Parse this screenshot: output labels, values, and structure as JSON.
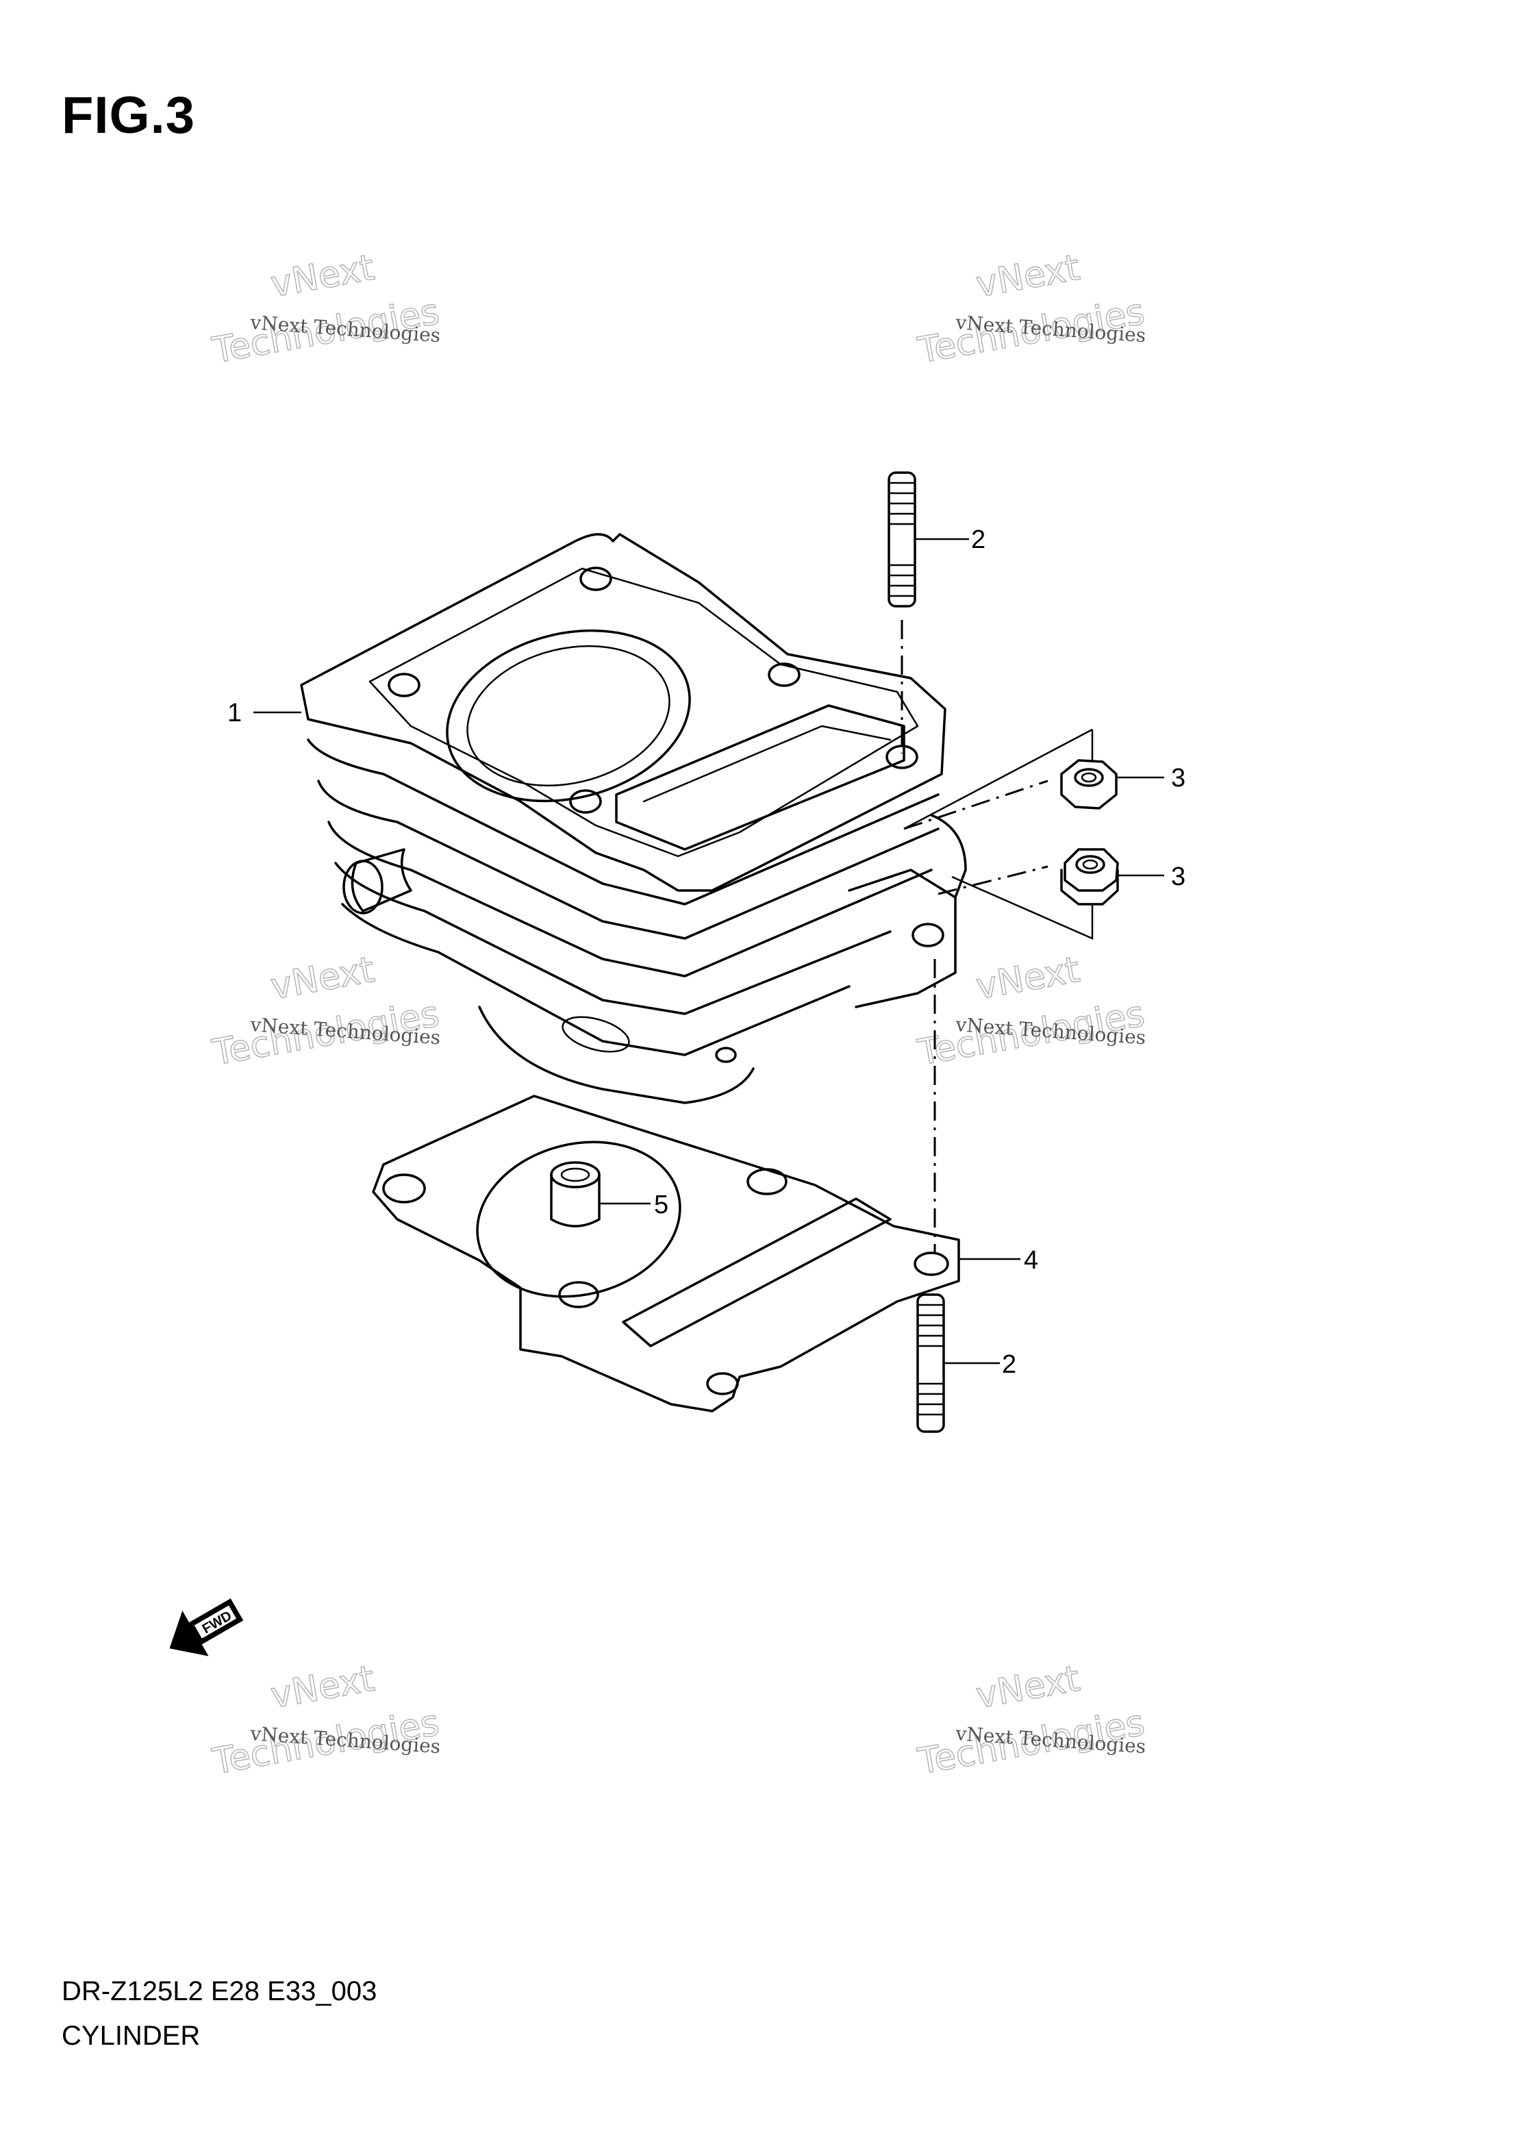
{
  "figure": {
    "title": "FIG.3",
    "model_code": "DR-Z125L2 E28 E33_003",
    "assembly_name": "CYLINDER"
  },
  "callouts": [
    {
      "id": "cylinder",
      "number": "1"
    },
    {
      "id": "stud-top",
      "number": "2"
    },
    {
      "id": "nut-upper",
      "number": "3"
    },
    {
      "id": "nut-lower",
      "number": "3"
    },
    {
      "id": "gasket",
      "number": "4"
    },
    {
      "id": "dowel-pin",
      "number": "5"
    },
    {
      "id": "stud-bottom",
      "number": "2"
    }
  ],
  "fwd_label": "FWD",
  "watermarks": [
    {
      "line1": "vNext Technologies",
      "line2": "vNext",
      "line3": "Technologies"
    },
    {
      "line1": "vNext Technologies",
      "line2": "vNext",
      "line3": "Technologies"
    },
    {
      "line1": "vNext Technologies",
      "line2": "vNext",
      "line3": "Technologies"
    },
    {
      "line1": "vNext Technologies",
      "line2": "vNext",
      "line3": "Technologies"
    },
    {
      "line1": "vNext Technologies",
      "line2": "vNext",
      "line3": "Technologies"
    },
    {
      "line1": "vNext Technologies",
      "line2": "vNext",
      "line3": "Technologies"
    }
  ]
}
